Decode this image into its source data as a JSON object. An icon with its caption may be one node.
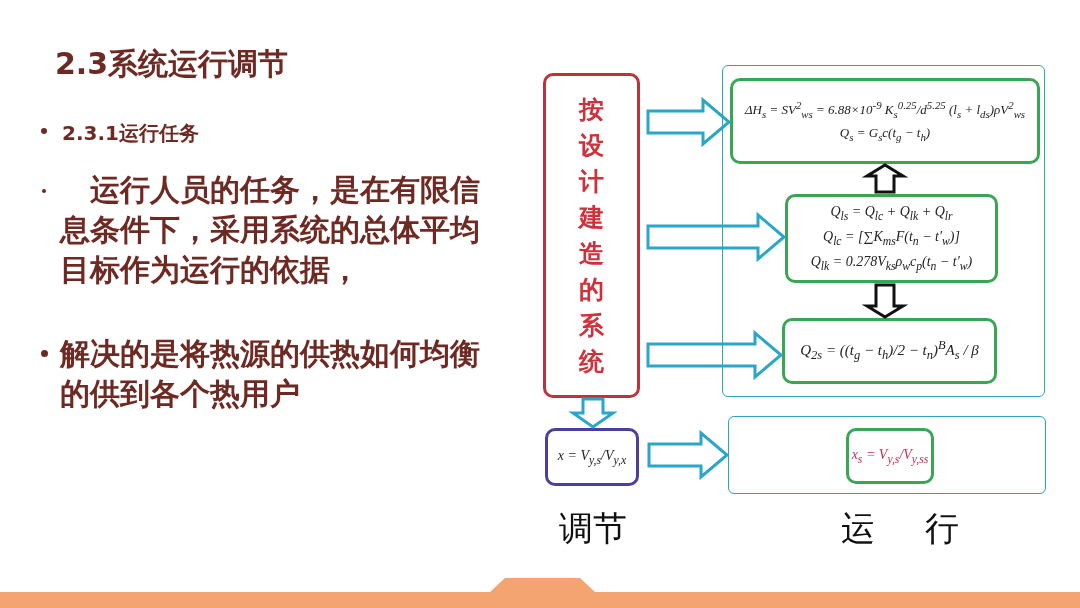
{
  "diagram": {
    "title": "2.3系统运行调节",
    "nodes": [
      {
        "text": [
          "按设计建造的系统"
        ]
      },
      {
        "text": [],
        "shape": "box"
      },
      {
        "text": [
          "ΔH$_{s}$ = SV$^{2}$$_{ws}$ = 6.88×10$^{-9}$ K$_{s}$$^{0.25}$/d$^{5.25}$ (l$_{s}$ + l$_{ds}$)ρV$^{2}$$_{ws}$",
          "Q$_{s}$ = G$_{s}$c(t$_{g}$ − t$_{h}$)"
        ],
        "in": 1
      },
      {
        "text": [
          "Q$_{ls}$ = Q$_{lc}$ + Q$_{lk}$ + Q$_{lr}$",
          "Q$_{lc}$ = [∑K$_{ms}$F(t$_{n}$ − t′$_{w}$)]",
          "Q$_{lk}$ = 0.278V$_{ks}$ρ$_{w}$c$_{p}$(t$_{n}$ − t′$_{w}$)"
        ],
        "in": 1
      },
      {
        "text": [
          "Q$_{2s}$ = ((t$_{g}$ − t$_{h}$)/2 − t$_{n}$)$^{B}$A$_{s}$ / β"
        ],
        "in": 1
      },
      {
        "text": [
          "x = V$_{y,s}$/V$_{y,x}$"
        ]
      },
      {
        "text": [],
        "shape": "box"
      },
      {
        "text": [
          "x$_{s}$ = V$_{y,s}$/V$_{y,ss}$"
        ],
        "in": 6
      }
    ],
    "edges": [
      {
        "from": 0,
        "to": 2,
        "arrow": "to"
      },
      {
        "from": 0,
        "to": 3,
        "arrow": "to"
      },
      {
        "from": 0,
        "to": 4,
        "arrow": "to"
      },
      {
        "from": 0,
        "to": 5,
        "arrow": "to"
      },
      {
        "from": 5,
        "to": 6,
        "arrow": "to"
      },
      {
        "from": 3,
        "to": 2,
        "arrow": "to",
        "color": "#111111"
      },
      {
        "from": 3,
        "to": 4,
        "arrow": "to",
        "color": "#111111"
      }
    ],
    "labels": [
      "2.3.1运行任务",
      "运行人员的任务，是在有限信息条件下，采用系统的总体平均目标作为运行的依据，",
      "解决的是将热源的供热如何均衡的供到各个热用户",
      "调节",
      "运 行"
    ]
  }
}
